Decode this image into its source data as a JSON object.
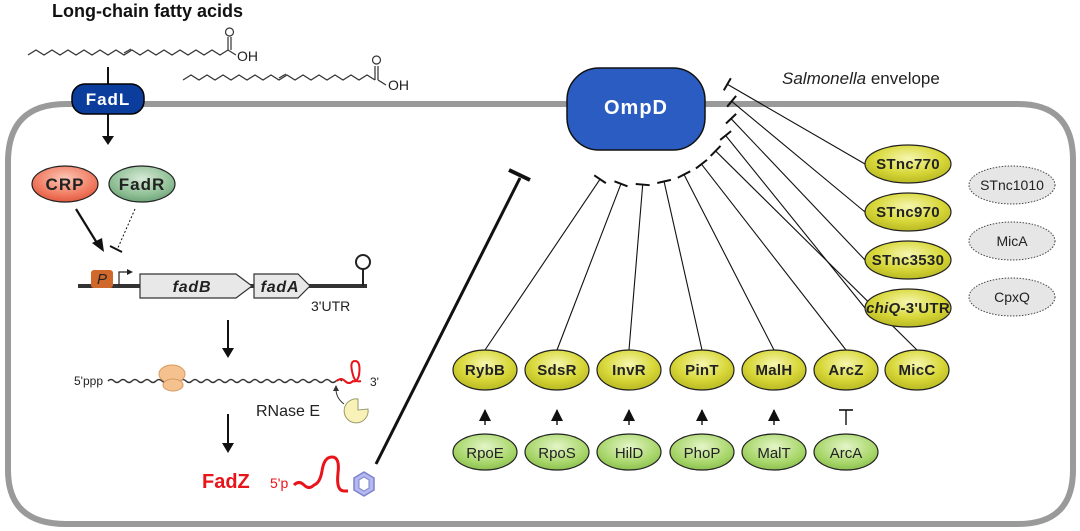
{
  "title": "Long-chain fatty acids",
  "envelope_label": {
    "italic": "Salmonella",
    "rest": " envelope"
  },
  "chemistry": {
    "acid_label": "OH",
    "carbonyl_label": "O"
  },
  "proteins": {
    "transporter": "FadL",
    "porin": "OmpD",
    "activator": "CRP",
    "repressor": "FadR"
  },
  "operon": {
    "promoter": "P",
    "genes": [
      "fadB",
      "fadA"
    ],
    "utr": "3'UTR"
  },
  "transcript": {
    "five_prime": "5'ppp",
    "three_prime": "3'",
    "rnase": "RNase E"
  },
  "product": {
    "name": "FadZ",
    "five_prime": "5'p"
  },
  "srnas_bottom": [
    "RybB",
    "SdsR",
    "InvR",
    "PinT",
    "MalH",
    "ArcZ",
    "MicC"
  ],
  "srnas_right": [
    {
      "name": "STnc770",
      "italic": "",
      "rest": "STnc770"
    },
    {
      "name": "STnc970",
      "italic": "",
      "rest": "STnc970"
    },
    {
      "name": "STnc3530",
      "italic": "",
      "rest": "STnc3530"
    },
    {
      "name": "chiQ-3'UTR",
      "italic": "chiQ",
      "rest": "-3'UTR"
    }
  ],
  "srnas_unlinked": [
    "STnc1010",
    "MicA",
    "CpxQ"
  ],
  "regulators": [
    {
      "name": "RpoE",
      "target": "RybB",
      "effect": "activation"
    },
    {
      "name": "RpoS",
      "target": "SdsR",
      "effect": "activation"
    },
    {
      "name": "HilD",
      "target": "InvR",
      "effect": "activation"
    },
    {
      "name": "PhoP",
      "target": "PinT",
      "effect": "activation"
    },
    {
      "name": "MalT",
      "target": "MalH",
      "effect": "activation"
    },
    {
      "name": "ArcA",
      "target": "ArcZ",
      "effect": "repression"
    }
  ],
  "colors": {
    "envelope": "#9a9a9a",
    "fadl": "#0b3d9c",
    "ompd": "#2a5cc2",
    "crp": "#f07a60",
    "fadr": "#6fa47a",
    "promoter": "#d0682c",
    "srna": "#d8d83a",
    "tf": "#a8d66a",
    "unlinked": "#e4e4e4",
    "fadz": "#e8141a",
    "ribosome": "#f5c18f",
    "rnase": "#f8f2b8",
    "hfq": "#b4b8ee"
  }
}
